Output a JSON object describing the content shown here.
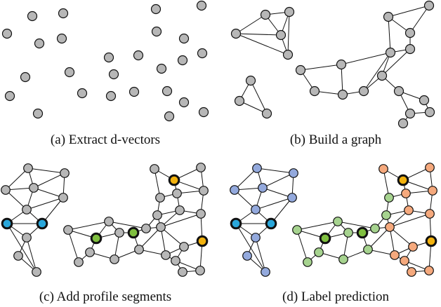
{
  "captions": {
    "a": "(a) Extract d-vectors",
    "b": "(b) Build a graph",
    "c": "(c) Add profile segments",
    "d": "(d) Label prediction"
  },
  "colors": {
    "node_default": "#b7b7b7",
    "profile_blue": "#29a7db",
    "profile_green": "#7fbf3f",
    "profile_orange": "#f2b20e",
    "label_blue": "#93a9dd",
    "label_green": "#a6d38f",
    "label_orange": "#f5a97d"
  }
}
